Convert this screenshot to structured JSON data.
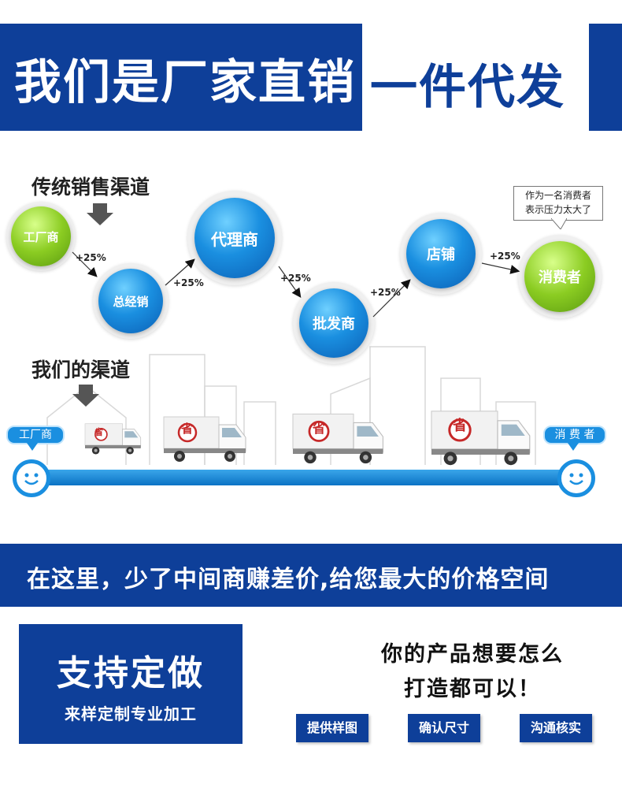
{
  "banner": {
    "left_text": "我们是厂家直销",
    "right_text": "一件代发"
  },
  "traditional": {
    "title": "传统销售渠道",
    "nodes": [
      "工厂商",
      "总经销",
      "代理商",
      "批发商",
      "店铺",
      "消费者"
    ],
    "markup": "+25%",
    "speech": [
      "作为一名消费者",
      "表示压力太大了"
    ]
  },
  "ours": {
    "title": "我们的渠道",
    "start_label": "工厂商",
    "end_label": "消 费 者",
    "truck_badge": "省"
  },
  "slogan": "在这里，少了中间商赚差价,给您最大的价格空间",
  "custom": {
    "title": "支持定做",
    "subtitle": "来样定制专业加工",
    "question_line1": "你的产品想要怎么",
    "question_line2": "打造都可以！",
    "steps": [
      "提供样图",
      "确认尺寸",
      "沟通核实"
    ]
  },
  "colors": {
    "brand_blue": "#0e3f99",
    "sky_blue": "#1a8fe0",
    "green": "#8bcc22"
  }
}
